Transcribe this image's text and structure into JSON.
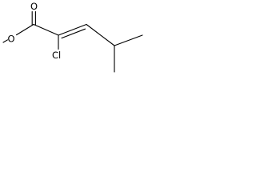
{
  "molecule": {
    "atom_labels": {
      "carbonyl_oxygen": "O",
      "ester_oxygen": "O",
      "chlorine": "Cl"
    }
  },
  "colors": {
    "bond": "#000000",
    "label": "#000000",
    "background": "#ffffff"
  }
}
